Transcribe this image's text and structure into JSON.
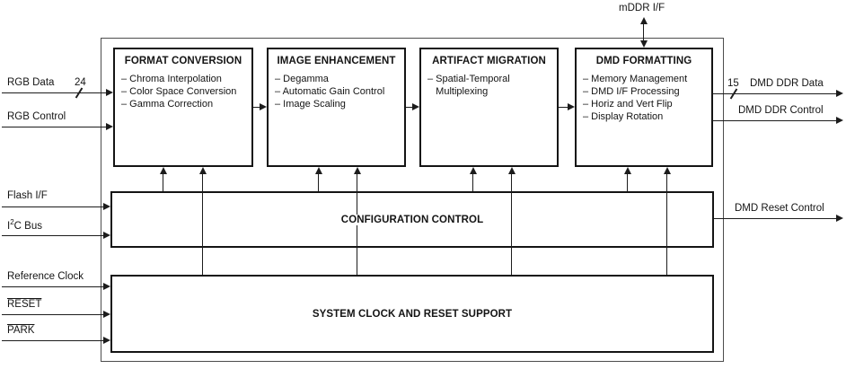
{
  "diagram": {
    "blocks": {
      "format_conversion": {
        "title": "FORMAT CONVERSION",
        "items": [
          "– Chroma Interpolation",
          "– Color Space Conversion",
          "– Gamma Correction"
        ]
      },
      "image_enhancement": {
        "title": "IMAGE ENHANCEMENT",
        "items": [
          "– Degamma",
          "– Automatic Gain Control",
          "– Image Scaling"
        ]
      },
      "artifact_migration": {
        "title": "ARTIFACT MIGRATION",
        "items": [
          "– Spatial-Temporal",
          "   Multiplexing"
        ]
      },
      "dmd_formatting": {
        "title": "DMD FORMATTING",
        "items": [
          "– Memory Management",
          "– DMD I/F Processing",
          "– Horiz and Vert Flip",
          "– Display Rotation"
        ]
      },
      "configuration_control": {
        "title": "CONFIGURATION CONTROL"
      },
      "system_clock": {
        "title": "SYSTEM CLOCK AND RESET SUPPORT"
      }
    },
    "inputs": {
      "rgb_data": {
        "label": "RGB Data",
        "bus_width": "24"
      },
      "rgb_control": {
        "label": "RGB Control"
      },
      "flash_if": {
        "label": "Flash I/F"
      },
      "i2c_bus": {
        "label_pre": "I",
        "label_sup": "2",
        "label_post": "C Bus"
      },
      "reference_clock": {
        "label": "Reference Clock"
      },
      "reset": {
        "label": "RESET"
      },
      "park": {
        "label": "PARK"
      }
    },
    "outputs": {
      "mddr_if": {
        "label": "mDDR I/F"
      },
      "dmd_ddr_data": {
        "label": "DMD DDR Data",
        "bus_width": "15"
      },
      "dmd_ddr_control": {
        "label": "DMD DDR Control"
      },
      "dmd_reset_control": {
        "label": "DMD Reset Control"
      }
    },
    "colors": {
      "line": "#1c1c1c",
      "background": "#ffffff"
    }
  }
}
